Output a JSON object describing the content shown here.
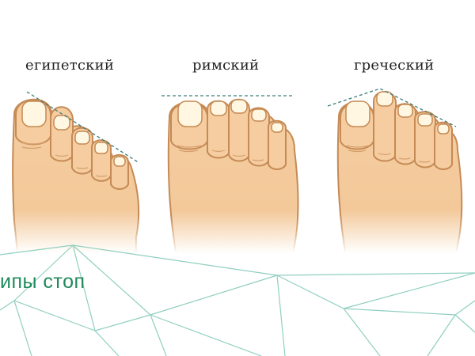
{
  "labels": {
    "egyptian": "египетский",
    "roman": "римский",
    "greek": "греческий"
  },
  "caption": "ипы стоп",
  "colors": {
    "skin": "#f3c99a",
    "skin_shadow": "#e2ad78",
    "outline": "#c58a55",
    "nail": "#fff7e2",
    "guide_line": "#3f7d78",
    "mesh": "#8fcfc0",
    "caption": "#1f8a5c"
  }
}
